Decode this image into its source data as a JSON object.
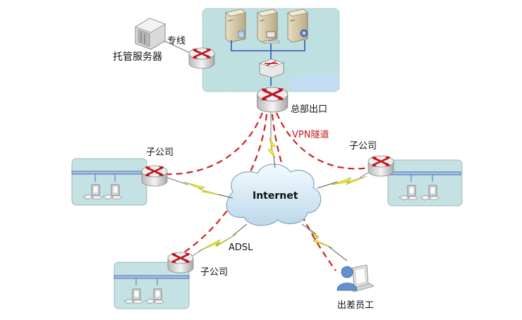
{
  "diagram": {
    "title": "VPN network topology",
    "colors": {
      "vpn_dash": "#d42020",
      "lightning": "#f5ee1a",
      "lan_box": "#c4e1e3",
      "hq_box": "#bfe0e0",
      "lan_bus": "#2e56b8",
      "router_arrow": "#c0121c"
    },
    "nodes": {
      "hosted_server": {
        "label": "托管服务器",
        "link_label": "专线"
      },
      "headquarters": {
        "label": "总部出口",
        "servers": [
          "database-server",
          "print-server",
          "web-server"
        ]
      },
      "internet": {
        "label": "Internet"
      },
      "branch_left": {
        "label": "子公司"
      },
      "branch_right": {
        "label": "子公司"
      },
      "branch_bottom": {
        "label": "子公司",
        "link_label": "ADSL"
      },
      "remote_employee": {
        "label": "出差员工"
      }
    },
    "vpn_label": "VPN隧道"
  }
}
